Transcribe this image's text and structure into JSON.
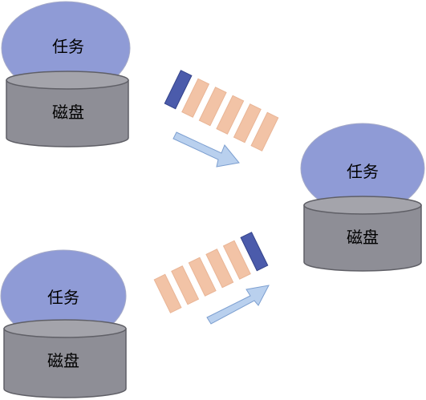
{
  "nodes": [
    {
      "id": "node-top-left",
      "task_label": "任务",
      "disk_label": "磁盘"
    },
    {
      "id": "node-bottom-left",
      "task_label": "任务",
      "disk_label": "磁盘"
    },
    {
      "id": "node-right",
      "task_label": "任务",
      "disk_label": "磁盘"
    }
  ],
  "colors": {
    "task_fill": "#8f9bd6",
    "task_stroke": "#a5aac8",
    "disk_side": "#8e8e96",
    "disk_top": "#a4a4ab",
    "disk_stroke": "#5f5f66",
    "block_peach": "#f2c3a6",
    "block_peach_stroke": "#e9b596",
    "block_dark": "#4b5bab",
    "block_dark_stroke": "#34438a",
    "arrow_fill": "#b9d0ee",
    "arrow_stroke": "#7d9fd0"
  },
  "queues": [
    {
      "id": "queue-top",
      "blocks": [
        "dark",
        "peach",
        "peach",
        "peach",
        "peach",
        "peach"
      ]
    },
    {
      "id": "queue-bottom",
      "blocks": [
        "peach",
        "peach",
        "peach",
        "peach",
        "peach",
        "dark"
      ]
    }
  ]
}
